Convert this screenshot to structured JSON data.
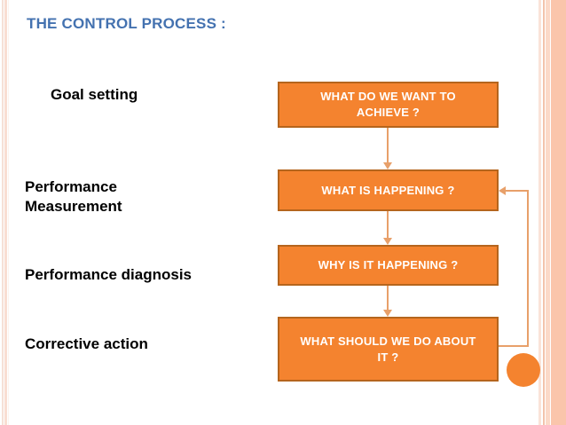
{
  "slide": {
    "title": "THE CONTROL PROCESS :",
    "title_color": "#4472b0",
    "background_color": "#ffffff"
  },
  "theme": {
    "box_fill": "#f4832f",
    "box_border": "#b5651d",
    "box_text": "#ffffff",
    "connector": "#e8a06a",
    "edge_stripe_light": "#fbd9c8",
    "edge_stripe_dark": "#f3c3ab",
    "circle_fill": "#f4832f"
  },
  "stages": [
    {
      "label": "Goal setting"
    },
    {
      "label": "Performance\nMeasurement"
    },
    {
      "label": "Performance diagnosis"
    },
    {
      "label": "Corrective action"
    }
  ],
  "flow_boxes": [
    {
      "text": "WHAT DO WE WANT TO ACHIEVE ?"
    },
    {
      "text": "WHAT IS HAPPENING ?"
    },
    {
      "text": "WHY IS IT HAPPENING ?"
    },
    {
      "text": "WHAT SHOULD WE DO ABOUT IT ?"
    }
  ],
  "connectors": [
    {
      "name": "box1-to-box2",
      "type": "arrow-down"
    },
    {
      "name": "box2-to-box3",
      "type": "arrow-down"
    },
    {
      "name": "box3-to-box4",
      "type": "arrow-down"
    },
    {
      "name": "box4-feedback-to-box2",
      "type": "loop-arrow-left"
    }
  ]
}
